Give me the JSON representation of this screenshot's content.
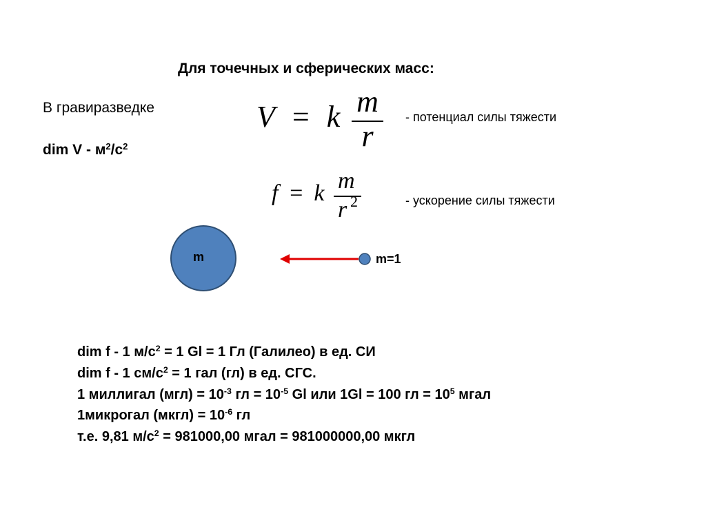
{
  "title": "Для точечных и сферических масс:",
  "context": "В гравиразведке",
  "dim_v": {
    "prefix": "dim V  -  м",
    "exp1": "2",
    "mid": "/с",
    "exp2": "2"
  },
  "formula_potential": {
    "lhs": "V = k",
    "num": "m",
    "den": "r"
  },
  "formula_acceleration": {
    "lhs": "f = k",
    "num": "m",
    "den": "r",
    "den_exp": "2"
  },
  "desc_potential": "- потенциал силы тяжести",
  "desc_acceleration": "- ускорение силы тяжести",
  "diagram": {
    "big_mass_label": "m",
    "small_mass_label": "m=1",
    "colors": {
      "mass_fill": "#4f81bd",
      "mass_stroke": "#2f4f73",
      "arrow": "#e00000"
    }
  },
  "lines": {
    "l1": {
      "a": "dim f  - 1 м/с",
      "sa": "2",
      "b": " = 1 Gl = 1 Гл (Галилео)  в ед. СИ"
    },
    "l2": {
      "a": "dim f  - 1 см/с",
      "sa": "2",
      "b": " = 1 гал  (гл)  в ед. СГС."
    },
    "l3": {
      "a": "1 миллигал (мгл)  = 10",
      "sa": "-3",
      "b": " гл  = 10",
      "sb": "-5",
      "c": "  Gl   или  1Gl = 100 гл = 10",
      "sc": "5",
      "d": " мгал"
    },
    "l4": {
      "a": "1микрогал (мкгл) = 10",
      "sa": "-6",
      "b": " гл"
    },
    "l5": {
      "a": "т.е.  9,81 м/с",
      "sa": "2",
      "b": "  = 981000,00 мгал = 981000000,00 мкгл"
    }
  }
}
